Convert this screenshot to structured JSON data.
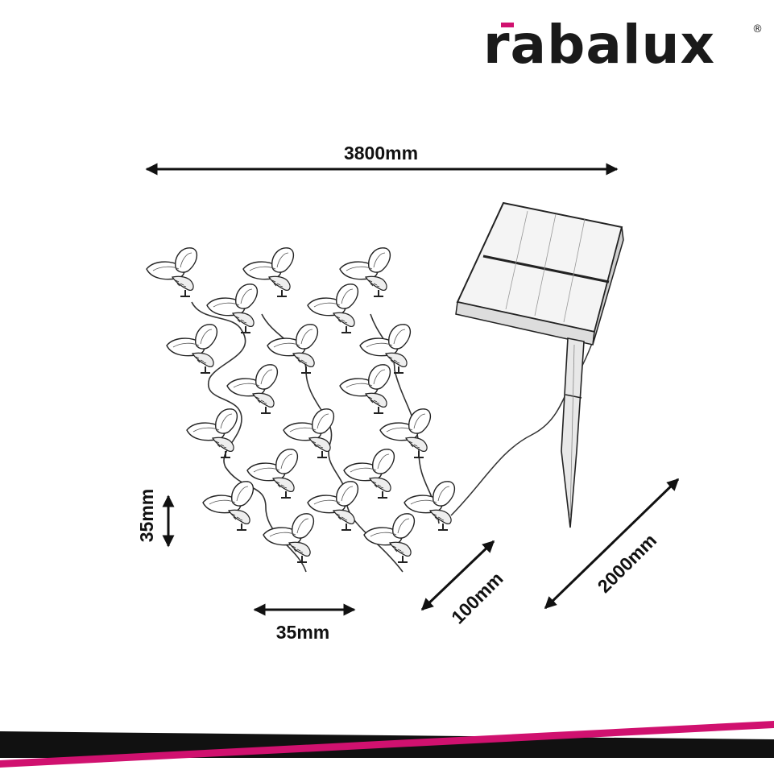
{
  "brand": {
    "name": "rabalux",
    "registered_mark": "®",
    "accent_color": "#d0116f",
    "dark_color": "#111111"
  },
  "dimensions": {
    "total_length": "3800mm",
    "module_height": "35mm",
    "module_width": "35mm",
    "led_spacing": "100mm",
    "lead_cable": "2000mm"
  },
  "components": [
    "butterfly-led-string",
    "solar-panel",
    "ground-stake"
  ]
}
